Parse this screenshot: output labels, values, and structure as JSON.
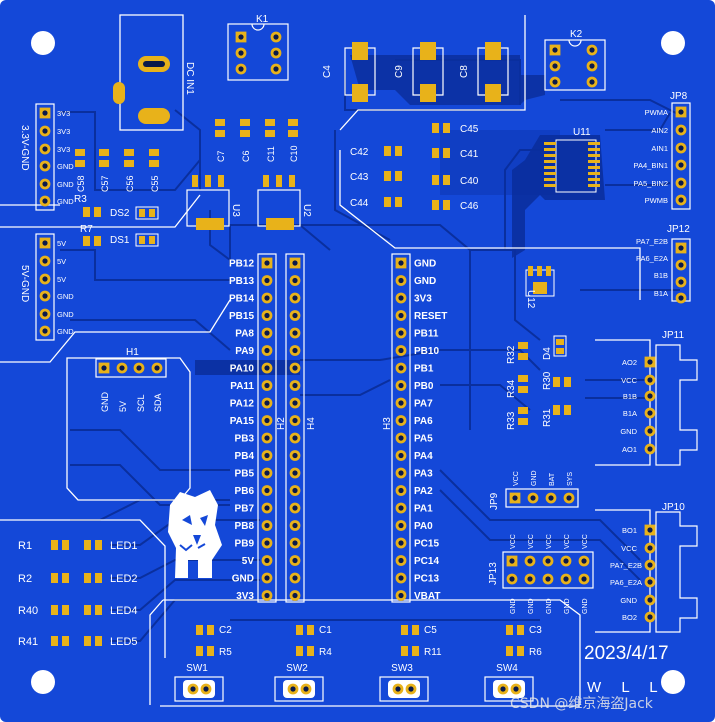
{
  "board": {
    "date": "2023/4/17",
    "signature": "W L L",
    "watermark": "CSDN @维京海盗Jack",
    "colors": {
      "board": "#1448d8",
      "copper": "#0a2f9e",
      "pad": "#e8b21a",
      "silk": "#ffffff",
      "hole": "#0b1a4a"
    }
  },
  "connectors": {
    "dc_in": "DC IN1",
    "k1": "K1",
    "k2": "K2",
    "jp8": {
      "title": "JP8",
      "pins": [
        "PWMA",
        "AIN2",
        "AIN1",
        "PA4_BIN1",
        "PA5_BIN2",
        "PWMB"
      ]
    },
    "jp12": {
      "title": "JP12",
      "pins": [
        "PA7_E2B",
        "PA6_E2A",
        "B1B",
        "B1A"
      ]
    },
    "jp11": {
      "title": "JP11",
      "pins": [
        "AO2",
        "VCC",
        "B1B",
        "B1A",
        "GND",
        "AO1"
      ]
    },
    "jp10": {
      "title": "JP10",
      "pins": [
        "BO1",
        "VCC",
        "PA7_E2B",
        "PA6_E2A",
        "GND",
        "BO2"
      ]
    },
    "jp9": {
      "title": "JP9",
      "pins": [
        "VCC",
        "GND",
        "BAT",
        "SYS"
      ]
    },
    "jp13": {
      "title": "JP13",
      "top": [
        "VCC",
        "VCC",
        "VCC",
        "VCC",
        "VCC"
      ],
      "bottom": [
        "GND",
        "GND",
        "GND",
        "GND",
        "GND"
      ]
    },
    "h1": {
      "title": "H1",
      "pins": [
        "GND",
        "5V",
        "SCL",
        "SDA"
      ]
    },
    "h2": "H2",
    "h3": "H3",
    "h4": "H4",
    "power_33": {
      "label": "3.3V-GND",
      "pins": [
        "3V3",
        "3V3",
        "3V3",
        "GND",
        "GND",
        "GND"
      ]
    },
    "power_5": {
      "label": "5V-GND",
      "pins": [
        "5V",
        "5V",
        "5V",
        "GND",
        "GND",
        "GND"
      ]
    }
  },
  "mcu": {
    "left_pins": [
      "PB12",
      "PB13",
      "PB14",
      "PB15",
      "PA8",
      "PA9",
      "PA10",
      "PA11",
      "PA12",
      "PA15",
      "PB3",
      "PB4",
      "PB5",
      "PB6",
      "PB7",
      "PB8",
      "PB9",
      "5V",
      "GND",
      "3V3"
    ],
    "right_pins": [
      "GND",
      "GND",
      "3V3",
      "RESET",
      "PB11",
      "PB10",
      "PB1",
      "PB0",
      "PA7",
      "PA6",
      "PA5",
      "PA4",
      "PA3",
      "PA2",
      "PA1",
      "PA0",
      "PC15",
      "PC14",
      "PC13",
      "VBAT"
    ]
  },
  "components": {
    "caps_top": [
      "C4",
      "C9",
      "C8"
    ],
    "caps_mid": [
      "C7",
      "C6",
      "C11",
      "C10"
    ],
    "caps_left": [
      "C58",
      "C57",
      "C56",
      "C55"
    ],
    "caps_u11_left": [
      "C42",
      "C43",
      "C44"
    ],
    "caps_u11_right": [
      "C45",
      "C41",
      "C40",
      "C46"
    ],
    "regulators": [
      "U3",
      "U2"
    ],
    "driver": "U11",
    "u12": "U12",
    "resistors_mid": [
      "R32",
      "R34",
      "R33",
      "R30",
      "R31"
    ],
    "d4": "D4",
    "r3": "R3",
    "r7": "R7",
    "ds": [
      "DS2",
      "DS1"
    ],
    "leds": [
      {
        "r": "R1",
        "led": "LED1"
      },
      {
        "r": "R2",
        "led": "LED2"
      },
      {
        "r": "R40",
        "led": "LED4"
      },
      {
        "r": "R41",
        "led": "LED5"
      }
    ],
    "switches": [
      {
        "c": "C2",
        "r": "R5",
        "sw": "SW1"
      },
      {
        "c": "C1",
        "r": "R4",
        "sw": "SW2"
      },
      {
        "c": "C5",
        "r": "R11",
        "sw": "SW3"
      },
      {
        "c": "C3",
        "r": "R6",
        "sw": "SW4"
      }
    ]
  }
}
